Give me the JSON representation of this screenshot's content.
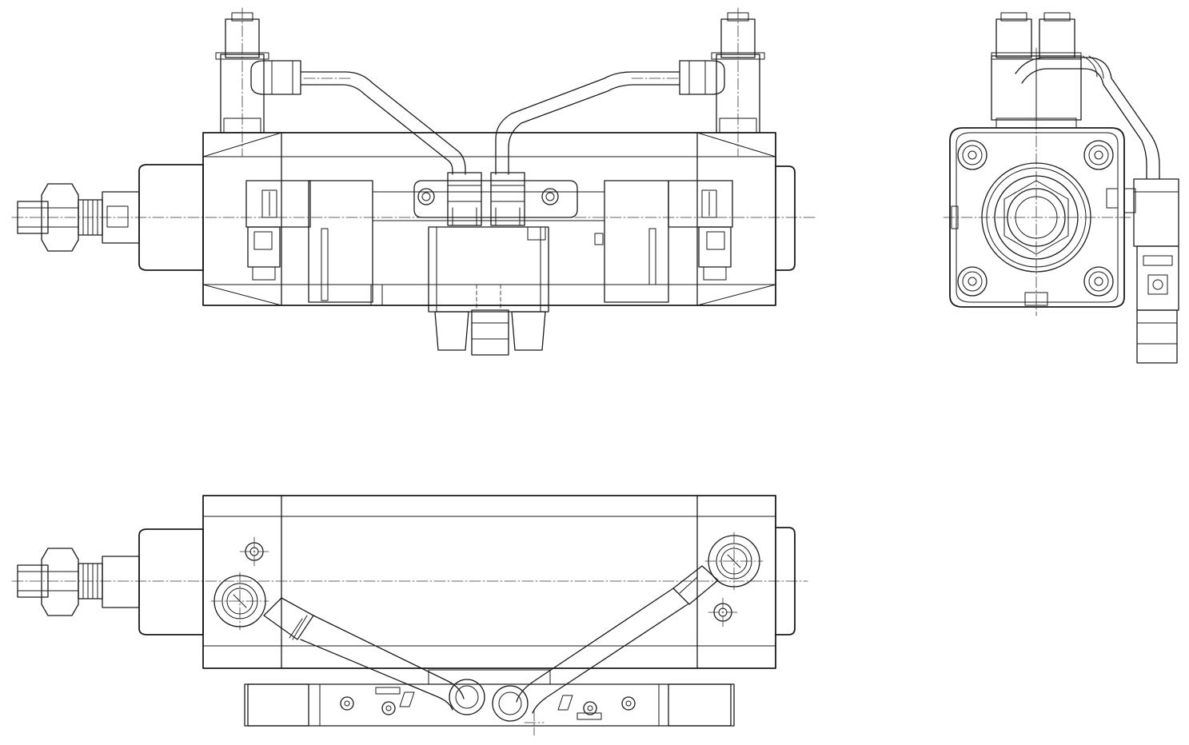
{
  "drawing": {
    "views": [
      {
        "id": "front-view"
      },
      {
        "id": "side-view"
      },
      {
        "id": "bottom-view"
      }
    ],
    "colors": {
      "background": "#ffffff",
      "line": "#1a1a1a",
      "centerline": "#333333"
    }
  }
}
